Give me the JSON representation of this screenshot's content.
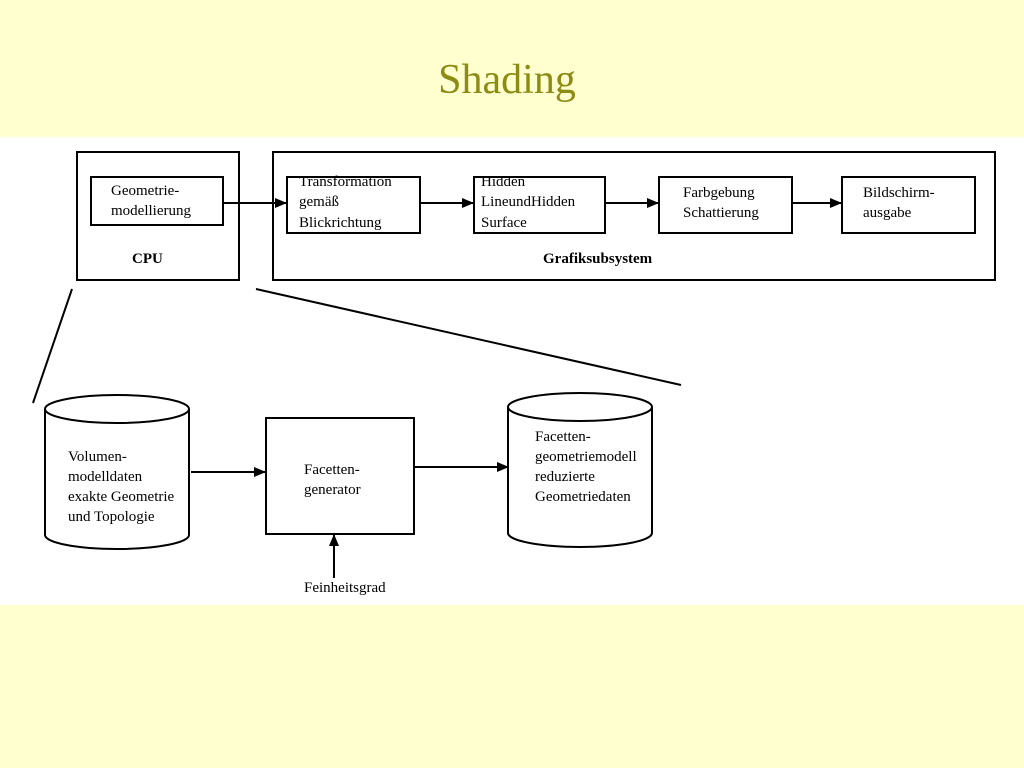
{
  "title": "Shading",
  "top_row": {
    "cpu": {
      "label": "CPU",
      "box": {
        "line1": "Geometrie-",
        "line2": "modellierung"
      }
    },
    "grafiksubsystem": {
      "label": "Grafiksubsystem",
      "boxes": [
        {
          "line1": "Transformation",
          "line2": "gemäß",
          "line3": "Blickrichtung"
        },
        {
          "line1": "Hidden",
          "line2": "LineundHidden",
          "line3": "Surface"
        },
        {
          "line1": "Farbgebung",
          "line2": "Schattierung"
        },
        {
          "line1": "Bildschirm-",
          "line2": "ausgabe"
        }
      ]
    }
  },
  "bottom_row": {
    "volumen": {
      "line1": "Volumen-",
      "line2": "modelldaten",
      "line3": "exakte Geometrie",
      "line4": "und Topologie"
    },
    "facettengenerator": {
      "line1": "Facetten-",
      "line2": "generator"
    },
    "feinheitsgrad": "Feinheitsgrad",
    "facettenmodell": {
      "line1": "Facetten-",
      "line2": "geometriemodell",
      "line3": "reduzierte",
      "line4": "Geometriedaten"
    }
  },
  "colors": {
    "background": "#ffffd0",
    "title": "#8c8c14",
    "panel": "#ffffff",
    "stroke": "#000000"
  }
}
